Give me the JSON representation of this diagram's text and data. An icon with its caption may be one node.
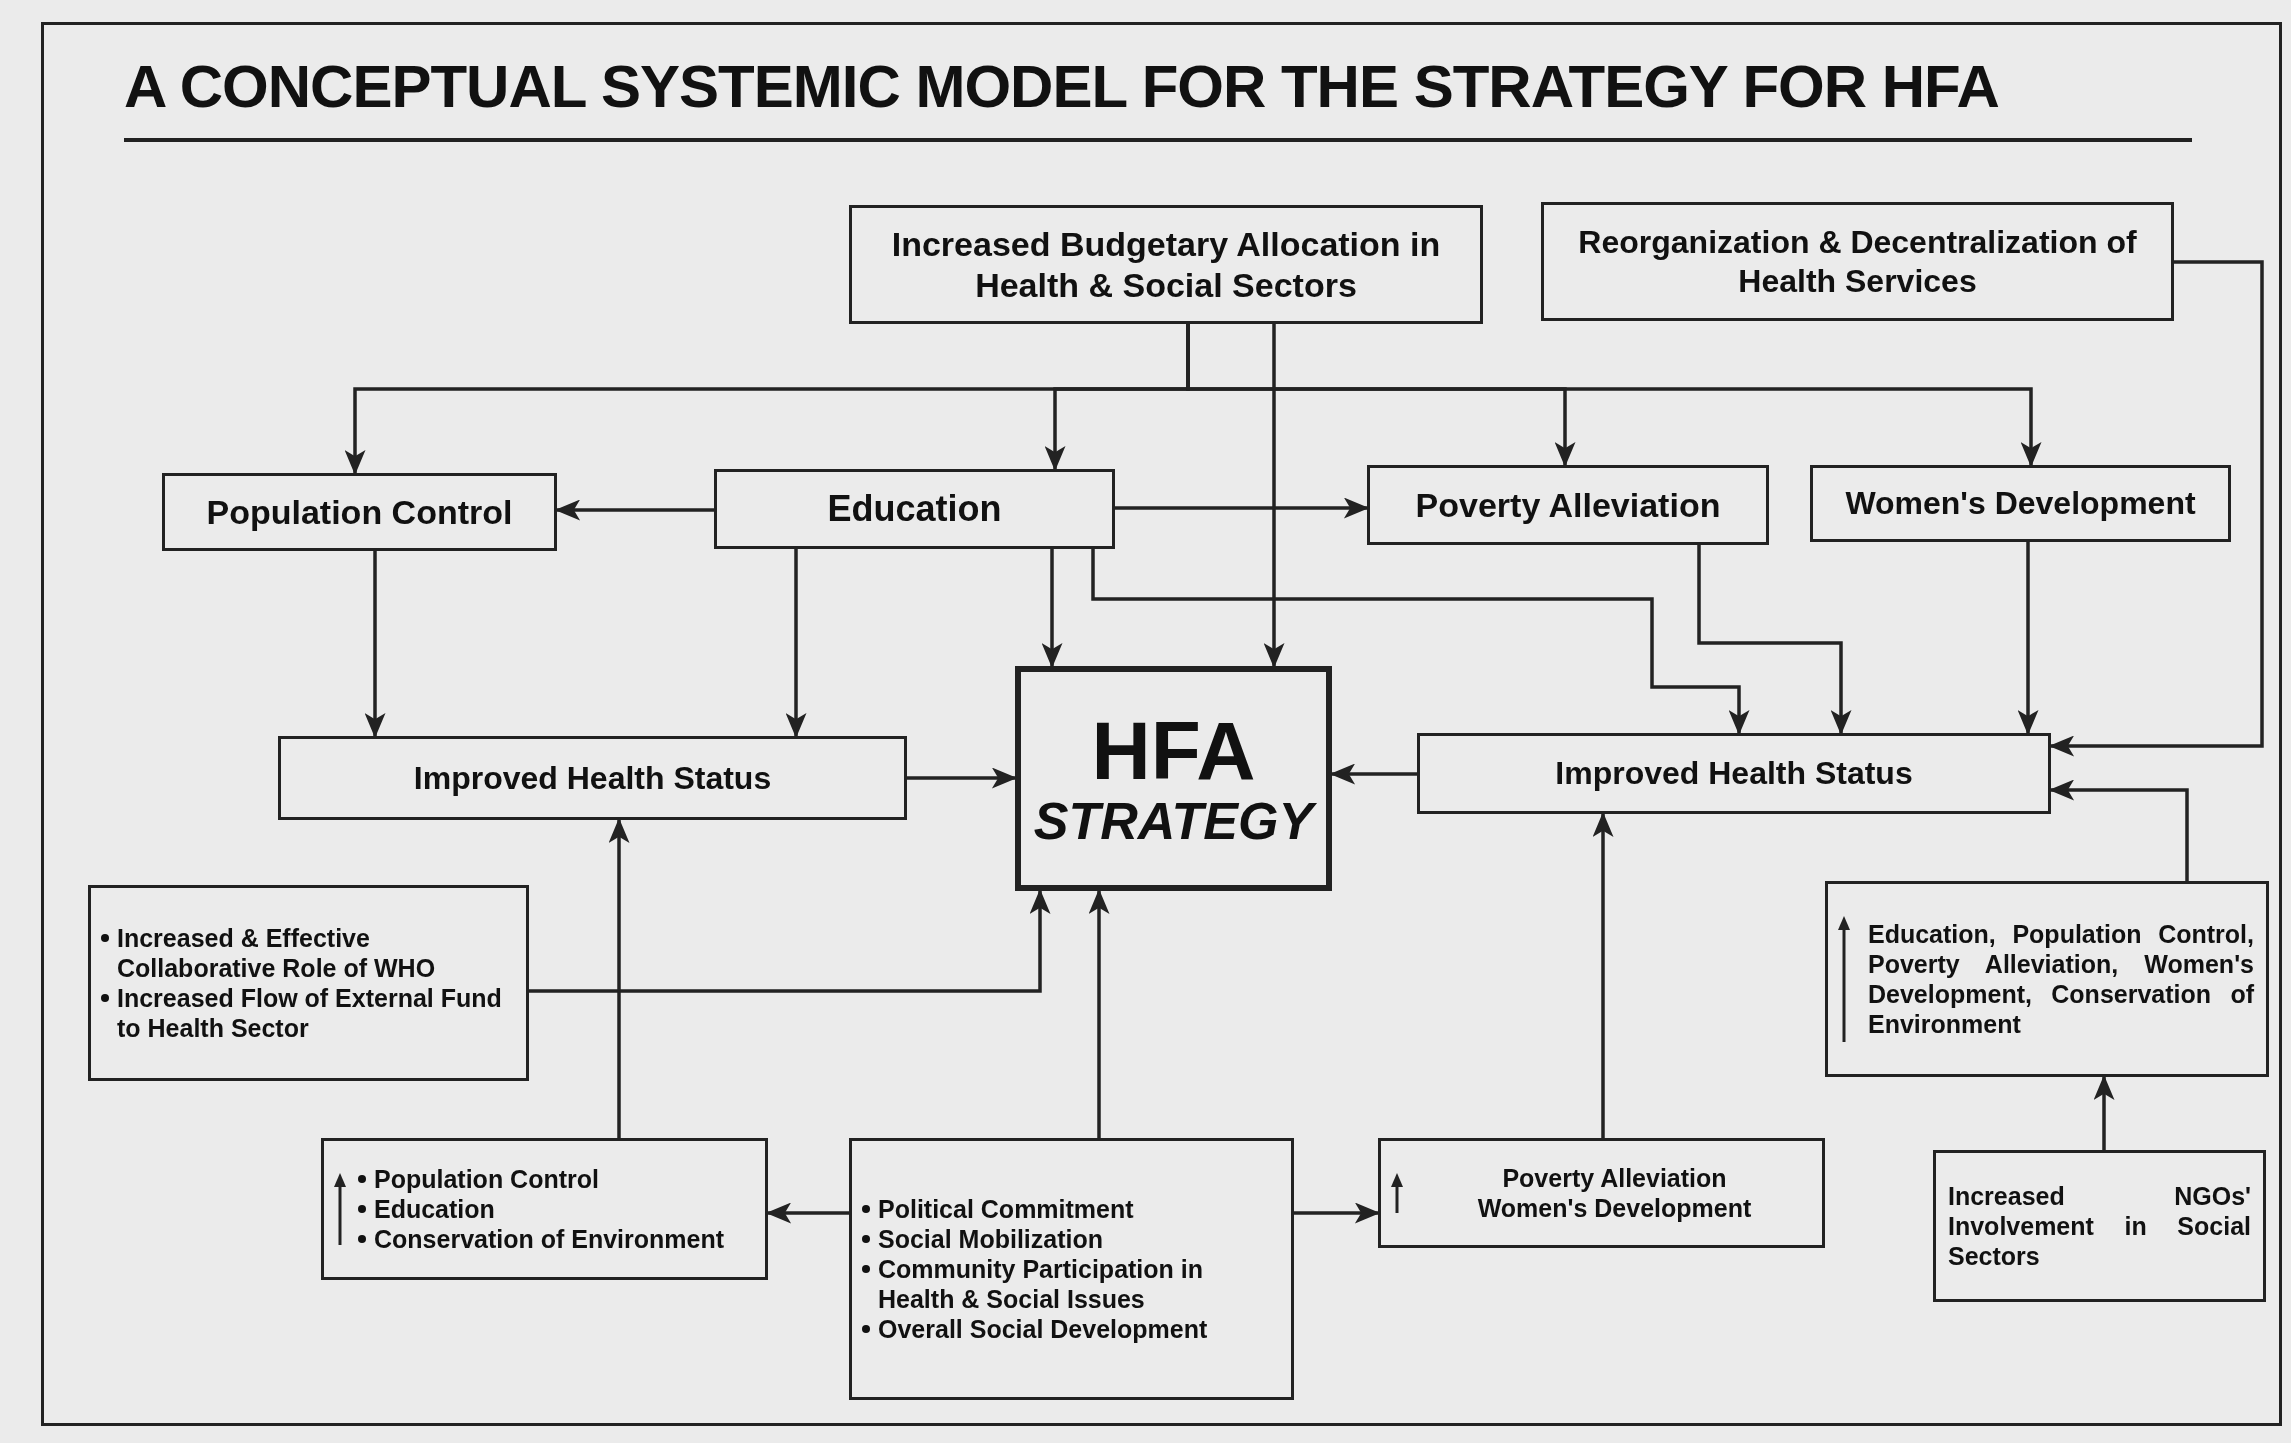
{
  "diagram": {
    "title": "A CONCEPTUAL SYSTEMIC MODEL FOR THE STRATEGY FOR HFA",
    "nodes": [
      {
        "text": [
          "Increased Budgetary Allocation in Health & Social Sectors"
        ]
      },
      {
        "text": [
          "Reorganization & Decentralization of Health Services"
        ]
      },
      {
        "text": [
          "Population Control"
        ]
      },
      {
        "text": [
          "Education"
        ]
      },
      {
        "text": [
          "Poverty Alleviation"
        ]
      },
      {
        "text": [
          "Women's Development"
        ]
      },
      {
        "text": [
          "Improved Health Status"
        ]
      },
      {
        "text": [
          "HFA",
          "STRATEGY"
        ]
      },
      {
        "text": [
          "Improved Health Status"
        ]
      },
      {
        "text": [
          "Increased & Effective Collaborative Role of WHO",
          "Increased Flow of External Fund to Health Sector"
        ]
      },
      {
        "text": [
          "Education, Population Control, Poverty Alleviation, Women's Development, Conservation of Environment"
        ]
      },
      {
        "text": [
          "Population Control",
          "Education",
          "Conservation of Environment"
        ]
      },
      {
        "text": [
          "Political Commitment",
          "Social Mobilization",
          "Community Participation in Health & Social Issues",
          "Overall Social Development"
        ]
      },
      {
        "text": [
          "Poverty Alleviation",
          "Women's Development"
        ]
      },
      {
        "text": [
          "Increased NGOs' Involvement in Social Sectors"
        ]
      }
    ],
    "edges": [
      {
        "from": 0,
        "to": 2,
        "arrow": "to"
      },
      {
        "from": 0,
        "to": 3,
        "arrow": "to"
      },
      {
        "from": 0,
        "to": 4,
        "arrow": "to"
      },
      {
        "from": 0,
        "to": 5,
        "arrow": "to"
      },
      {
        "from": 0,
        "to": 7,
        "arrow": "to"
      },
      {
        "from": 3,
        "to": 2,
        "arrow": "to"
      },
      {
        "from": 3,
        "to": 4,
        "arrow": "to"
      },
      {
        "from": 3,
        "to": 7,
        "arrow": "to"
      },
      {
        "from": 3,
        "to": 6,
        "arrow": "to"
      },
      {
        "from": 3,
        "to": 8,
        "arrow": "to"
      },
      {
        "from": 2,
        "to": 6,
        "arrow": "to"
      },
      {
        "from": 4,
        "to": 8,
        "arrow": "to"
      },
      {
        "from": 5,
        "to": 8,
        "arrow": "to"
      },
      {
        "from": 1,
        "to": 8,
        "arrow": "to"
      },
      {
        "from": 10,
        "to": 8,
        "arrow": "to"
      },
      {
        "from": 6,
        "to": 7,
        "arrow": "to"
      },
      {
        "from": 8,
        "to": 7,
        "arrow": "to"
      },
      {
        "from": 9,
        "to": 7,
        "arrow": "to"
      },
      {
        "from": 11,
        "to": 6,
        "arrow": "to"
      },
      {
        "from": 12,
        "to": 7,
        "arrow": "to"
      },
      {
        "from": 12,
        "to": 11,
        "arrow": "to"
      },
      {
        "from": 12,
        "to": 13,
        "arrow": "to"
      },
      {
        "from": 13,
        "to": 8,
        "arrow": "to"
      },
      {
        "from": 14,
        "to": 10,
        "arrow": "to"
      }
    ]
  }
}
